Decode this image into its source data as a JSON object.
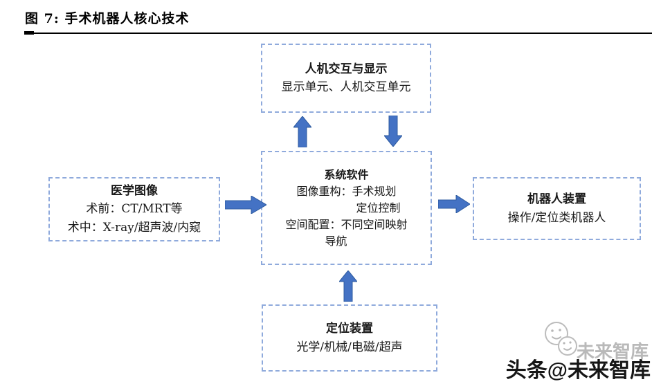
{
  "figure": {
    "label": "图 7: 手术机器人核心技术"
  },
  "nodes": {
    "hmi": {
      "title": "人机交互与显示",
      "line1": "显示单元、人机交互单元"
    },
    "medical_imaging": {
      "title": "医学图像",
      "line1": "术前：CT/MRT等",
      "line2": "术中：X-ray/超声波/内窥"
    },
    "system_software": {
      "title": "系统软件",
      "line1": "图像重构：手术规划",
      "line2": "定位控制",
      "line3": "空间配置：不同空间映射",
      "line4": "导航"
    },
    "robot_device": {
      "title": "机器人装置",
      "line1": "操作/定位类机器人"
    },
    "positioning_device": {
      "title": "定位装置",
      "line1": "光学/机械/电磁/超声"
    }
  },
  "watermark": {
    "ghost_text": "未来智库",
    "main_text": "头条@未来智库",
    "logo": "smiley-faces-icon"
  },
  "colors": {
    "arrow_fill": "#4472C4",
    "arrow_stroke": "#2E5B9F",
    "node_border": "#8FAADC",
    "title_rule": "#000000",
    "watermark_gray": "#b9b9b9",
    "watermark_dark": "#161616"
  }
}
